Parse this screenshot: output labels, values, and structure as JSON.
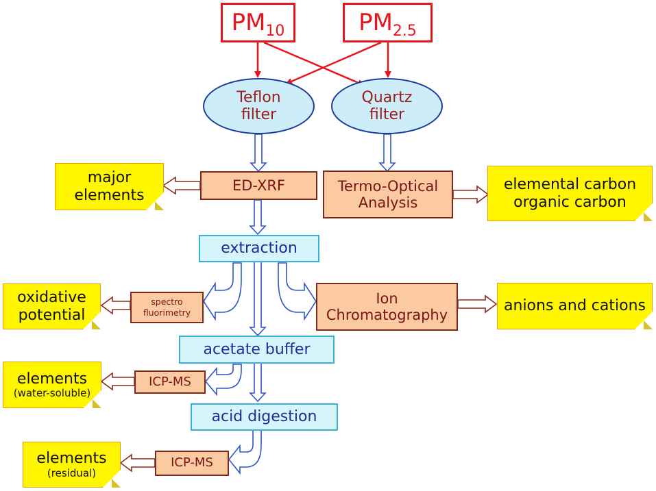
{
  "sources": {
    "pm10": {
      "base": "PM",
      "sub": "10"
    },
    "pm25": {
      "base": "PM",
      "sub": "2.5"
    }
  },
  "filters": {
    "teflon": {
      "line1": "Teflon",
      "line2": "filter"
    },
    "quartz": {
      "line1": "Quartz",
      "line2": "filter"
    }
  },
  "methods": {
    "edxrf": "ED-XRF",
    "toa": {
      "line1": "Termo-Optical",
      "line2": "Analysis"
    },
    "spectro": {
      "line1": "spectro",
      "line2": "fluorimetry"
    },
    "ion": {
      "line1": "Ion",
      "line2": "Chromatography"
    },
    "icpms_1": "ICP-MS",
    "icpms_2": "ICP-MS"
  },
  "steps": {
    "extraction": "extraction",
    "acetate": "acetate buffer",
    "acid": "acid digestion"
  },
  "results": {
    "major": {
      "line1": "major",
      "line2": "elements"
    },
    "carbon": {
      "line1": "elemental carbon",
      "line2": "organic carbon"
    },
    "oxidative": {
      "line1": "oxidative",
      "line2": "potential"
    },
    "ions": "anions and cations",
    "water": {
      "line1": "elements",
      "line2": "(water-soluble)"
    },
    "residual": {
      "line1": "elements",
      "line2": "(residual)"
    }
  },
  "colors": {
    "source_red": "#e8141c",
    "filter_fill": "#cdeef8",
    "method_fill": "#fbcaa0",
    "step_fill": "#d6f4fc",
    "result_fill": "#fff600"
  }
}
